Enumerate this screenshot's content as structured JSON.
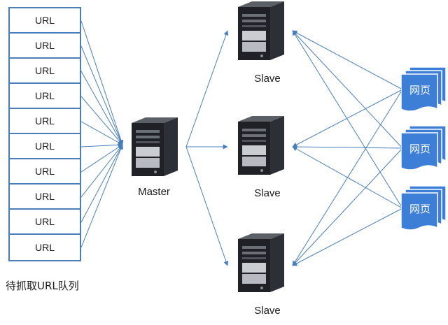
{
  "queue": {
    "items": [
      "URL",
      "URL",
      "URL",
      "URL",
      "URL",
      "URL",
      "URL",
      "URL",
      "URL",
      "URL"
    ],
    "caption": "待抓取URL队列"
  },
  "master": {
    "label": "Master"
  },
  "slaves": [
    {
      "label": "Slave"
    },
    {
      "label": "Slave"
    },
    {
      "label": "Slave"
    }
  ],
  "pages": [
    {
      "label": "网页"
    },
    {
      "label": "网页"
    },
    {
      "label": "网页"
    }
  ],
  "colors": {
    "arrow": "#4a7ebb",
    "queue_border": "#4a7ebb",
    "page_fill": "#3d7fd6",
    "server_body": "#1f2126"
  },
  "icons": {
    "server": "server-tower-icon",
    "page": "web-page-stack-icon"
  }
}
